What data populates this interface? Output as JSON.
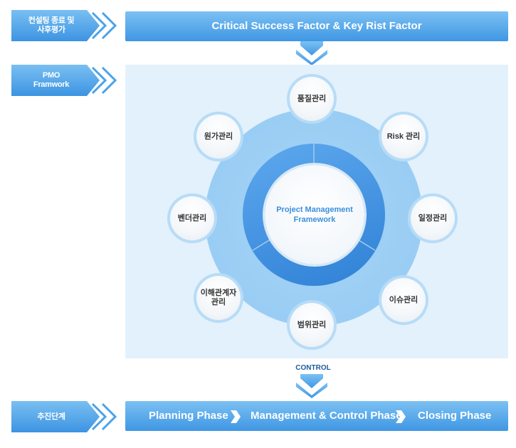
{
  "side_labels": [
    {
      "lines": [
        "컨설팅 종료 및",
        "사후평가"
      ]
    },
    {
      "lines": [
        "PMO",
        "Framwork"
      ]
    },
    {
      "lines": [
        "추진단계"
      ]
    }
  ],
  "top_bar": {
    "title": "Critical Success Factor & Key Rist Factor"
  },
  "framework": {
    "center": [
      "Project Management",
      "Framework"
    ],
    "nodes": [
      {
        "lines": [
          "품질관리"
        ]
      },
      {
        "lines": [
          "Risk 관리"
        ]
      },
      {
        "lines": [
          "일정관리"
        ]
      },
      {
        "lines": [
          "이슈관리"
        ]
      },
      {
        "lines": [
          "범위관리"
        ]
      },
      {
        "lines": [
          "이해관계자",
          "관리"
        ]
      },
      {
        "lines": [
          "벤더관리"
        ]
      },
      {
        "lines": [
          "원가관리"
        ]
      }
    ]
  },
  "control_label": "CONTROL",
  "phases": [
    "Planning Phase",
    "Management & Control Phase",
    "Closing Phase"
  ],
  "colors": {
    "bar_top": "#7cc1f3",
    "bar_bottom": "#3f97e3",
    "panel": "#e3f1fc",
    "arrow": "#4aa3ea"
  }
}
